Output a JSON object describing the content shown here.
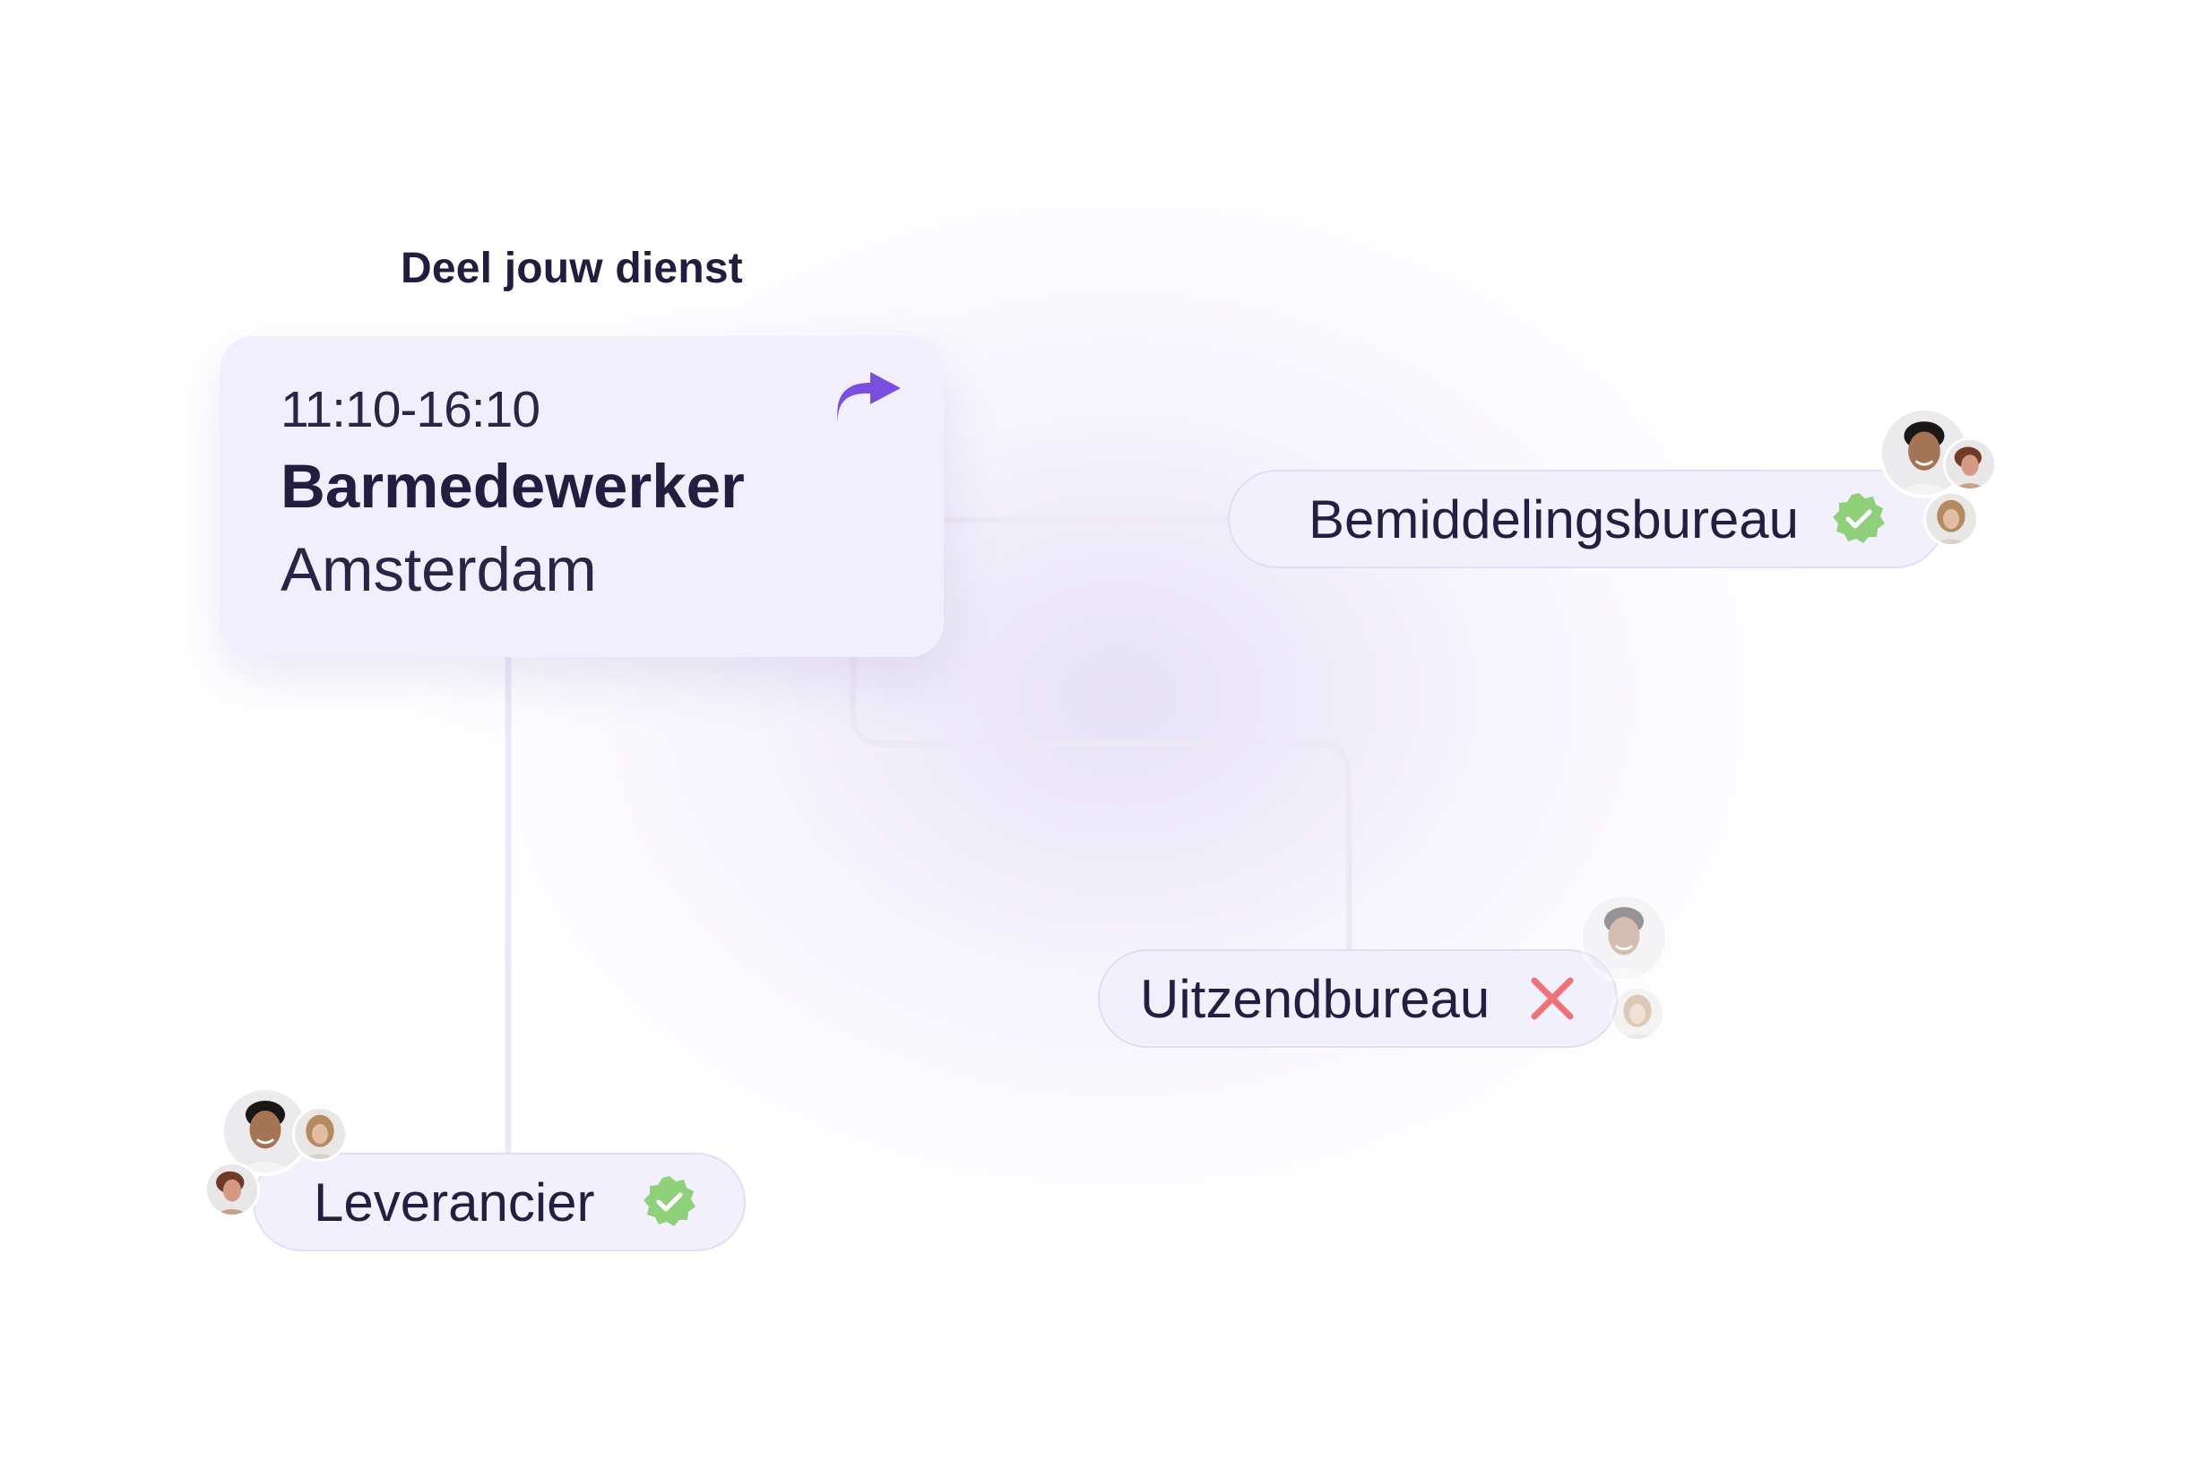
{
  "heading": "Deel jouw dienst",
  "shift": {
    "time": "11:10-16:10",
    "role": "Barmedewerker",
    "city": "Amsterdam"
  },
  "targets": [
    {
      "label": "Bemiddelingsbureau",
      "status": "approved"
    },
    {
      "label": "Uitzendbureau",
      "status": "rejected"
    },
    {
      "label": "Leverancier",
      "status": "approved"
    }
  ],
  "icons": {
    "share": "share-arrow-icon",
    "approved": "verified-check-badge-icon",
    "rejected": "cross-icon"
  },
  "colors": {
    "accent": "#7a4fe0",
    "approved": "#8fd07b",
    "rejected": "#f07277",
    "card": "#f1eefd",
    "pill": "#f3f0fd",
    "connector": "#ece8f6"
  }
}
